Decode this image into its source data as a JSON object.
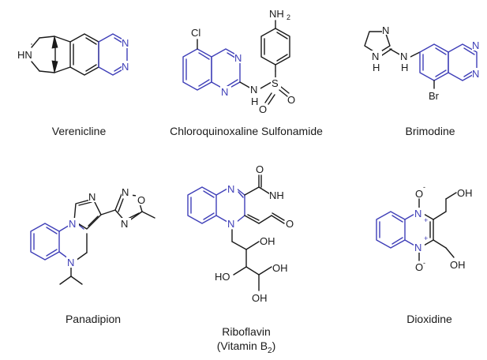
{
  "molecules": [
    {
      "name": "Verenicline"
    },
    {
      "name": "Chloroquinoxaline Sulfonamide"
    },
    {
      "name": "Brimodine"
    },
    {
      "name": "Panadipion"
    },
    {
      "name": "Riboflavin",
      "subtitle_prefix": "(Vitamin B",
      "subtitle_sub": "2",
      "subtitle_suffix": ")"
    },
    {
      "name": "Dioxidine"
    }
  ],
  "atoms": {
    "N": "N",
    "HN": "HN",
    "H": "H",
    "NH": "NH",
    "NH2": "NH",
    "sub2": "2",
    "Cl": "Cl",
    "S": "S",
    "O": "O",
    "Br": "Br",
    "OH": "OH",
    "HO": "HO",
    "Ominus": "O",
    "minus": "-",
    "plus": "+"
  },
  "colors": {
    "ring_highlight": "#3f3fb8",
    "bond": "#1a1a1a"
  }
}
